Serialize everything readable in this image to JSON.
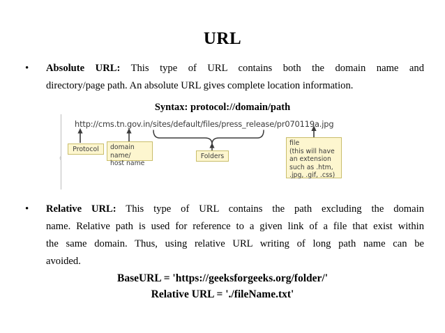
{
  "title": "URL",
  "bullets": [
    {
      "marker": "•",
      "lead": "Absolute URL:",
      "line1": " This type of URL contains both the domain name and",
      "line2": "directory/page path. An absolute URL gives complete location information."
    },
    {
      "marker": "•",
      "lead": "Relative URL:",
      "line1": " This type of URL contains the path excluding the domain",
      "line2": "name. Relative path is used for reference to a given link of a file that exist within",
      "line3": "the same domain. Thus, using relative URL writing of long path name can be",
      "line4": "avoided."
    }
  ],
  "syntax_heading": "Syntax: protocol://domain/path",
  "diagram": {
    "url": "http://cms.tn.gov.in/sites/default/files/press_release/pr070119a.jpg",
    "callouts": {
      "protocol": "Protocol",
      "domain": "domain name/\nhost name",
      "folders": "Folders",
      "file": "file\n(this will have\nan extension\nsuch as .htm,\n.jpg, .gif, .css)"
    },
    "colors": {
      "callout_fill": "#fdf6cf",
      "callout_border": "#c9bd6a",
      "arrow": "#3b3b3b",
      "guide_line": "#bdbdbd"
    }
  },
  "examples": {
    "base_url": "BaseURL = 'https://geeksforgeeks.org/folder/'",
    "relative_url": "Relative URL = './fileName.txt'"
  }
}
